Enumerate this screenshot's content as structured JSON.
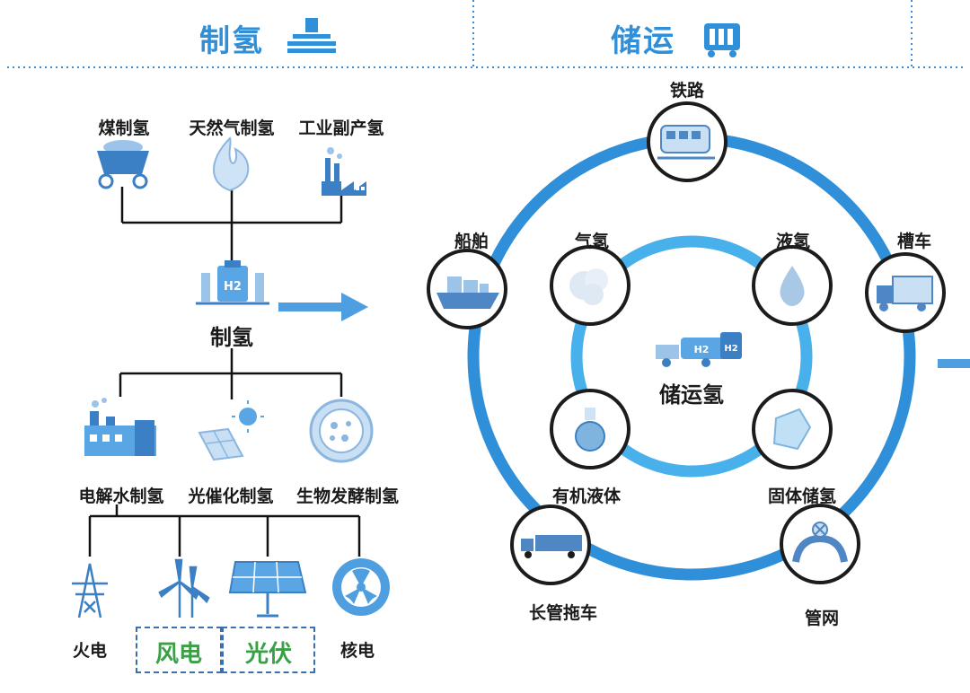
{
  "headers": {
    "production": "制氢",
    "storage": "储运"
  },
  "production": {
    "sources_top": [
      "煤制氢",
      "天然气制氢",
      "工业副产氢"
    ],
    "center": "制氢",
    "methods": [
      "电解水制氢",
      "光催化制氢",
      "生物发酵制氢"
    ],
    "power_sources": [
      "火电",
      "风电",
      "光伏",
      "核电"
    ]
  },
  "storage": {
    "center": "储运氢",
    "outer_ring": [
      "铁路",
      "槽车",
      "管网",
      "长管拖车",
      "船舶"
    ],
    "inner_ring": [
      "气氢",
      "液氢",
      "固体储氢",
      "有机液体"
    ]
  },
  "colors": {
    "brand_blue": "#2f8fd8",
    "ring_outer": "#2f8fd8",
    "ring_inner": "#48b0ea",
    "green_label": "#3aa046"
  }
}
